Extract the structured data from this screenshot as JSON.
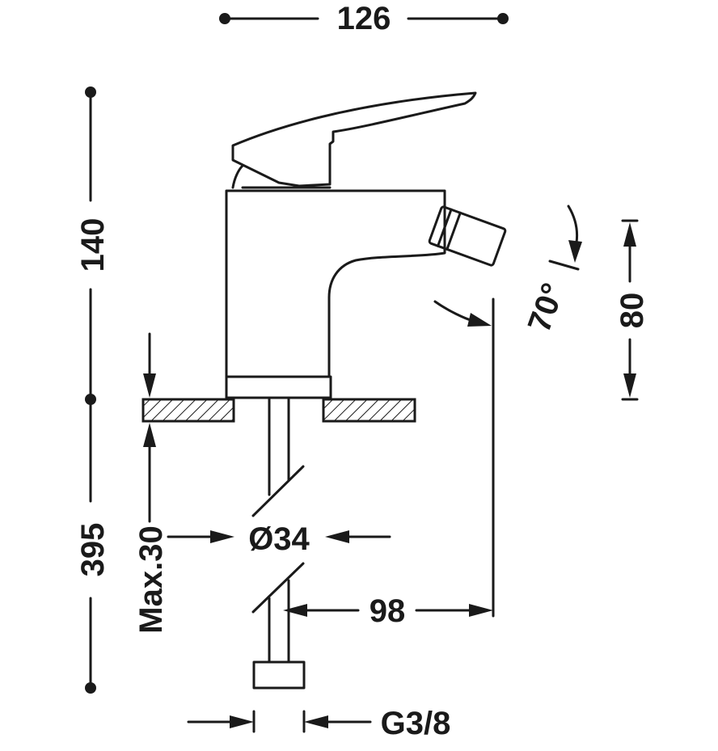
{
  "labels": {
    "width_126": "126",
    "height_140": "140",
    "height_395": "395",
    "max_30": "Max.30",
    "diameter_34": "Ø34",
    "reach_98": "98",
    "angle_70": "70°",
    "height_80": "80",
    "thread_g38": "G3/8"
  },
  "colors": {
    "line": "#1a1a1a",
    "background": "#ffffff"
  }
}
